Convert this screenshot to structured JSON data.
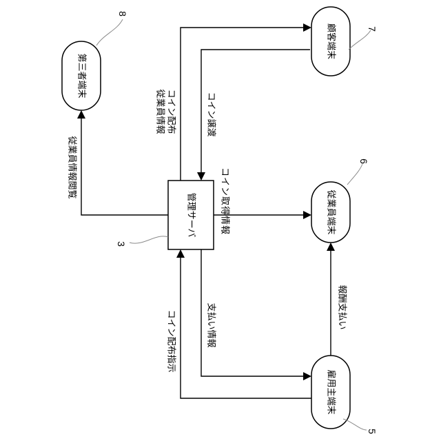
{
  "nodes": {
    "server": {
      "label": "管理サーバ",
      "ref": "3"
    },
    "third_party": {
      "label": "第三者端末",
      "ref": "8"
    },
    "customer": {
      "label": "顧客端末",
      "ref": "7"
    },
    "employee": {
      "label": "従業員端末",
      "ref": "6"
    },
    "employer": {
      "label": "雇用主端末",
      "ref": "5"
    }
  },
  "edges": {
    "employee_info_view": "従業員情報閲覧",
    "employee_info": "従業員情報",
    "coin_distribution": "コイン配布",
    "coin_transfer": "コイン譲渡",
    "coin_acquisition_info": "コイン取得情報",
    "coin_distribution_instruction": "コイン配布指示",
    "payment_info": "支払い情報",
    "reward_payment": "報酬支払い"
  }
}
